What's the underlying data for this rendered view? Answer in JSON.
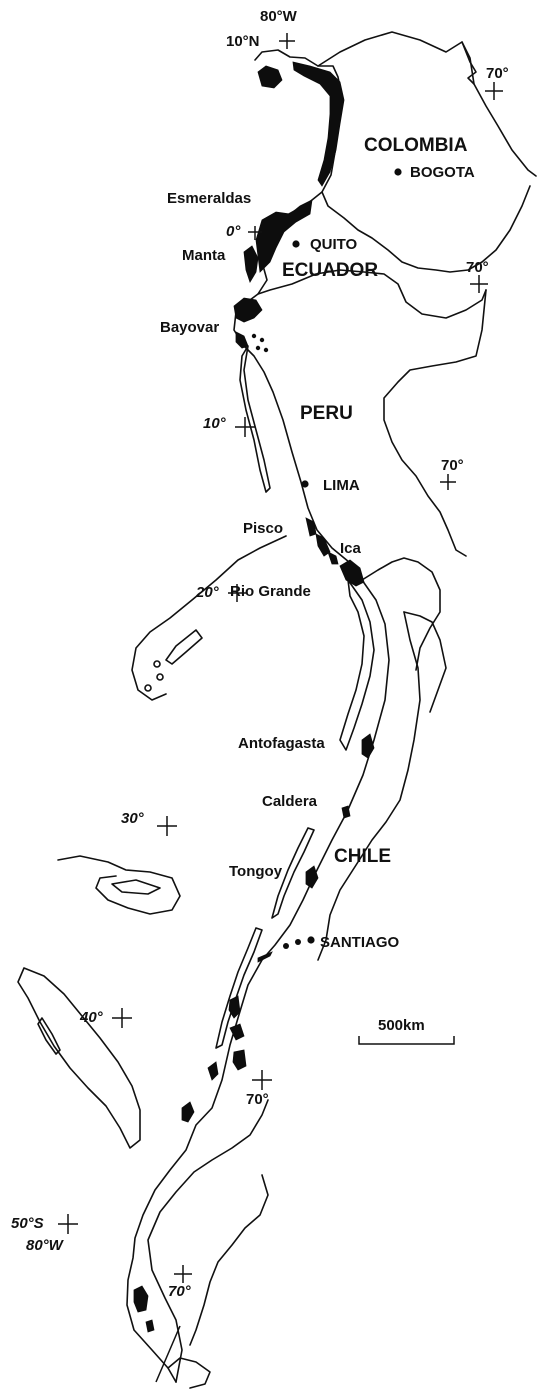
{
  "countries": {
    "colombia": "COLOMBIA",
    "ecuador": "ECUADOR",
    "peru": "PERU",
    "chile": "CHILE"
  },
  "capitals": {
    "bogota": "BOGOTA",
    "quito": "QUITO",
    "lima": "LIMA",
    "santiago": "SANTIAGO"
  },
  "places": {
    "esmeraldas": "Esmeraldas",
    "manta": "Manta",
    "bayovar": "Bayovar",
    "pisco": "Pisco",
    "ica": "Ica",
    "rio_grande": "Rio Grande",
    "antofagasta": "Antofagasta",
    "caldera": "Caldera",
    "tongoy": "Tongoy"
  },
  "graticule": {
    "top_lon": "80°W",
    "top_lat": "10°N",
    "equator": "0°",
    "colombia_lon": "70°",
    "ecuador_lon": "70°",
    "lat_10": "10°",
    "peru_lon": "70°",
    "lat_20": "20°",
    "lat_30": "30°",
    "lat_40": "40°",
    "chile_lon": "70°",
    "lat_50": "50°S",
    "bottom_lon": "80°W",
    "south_lon": "70°"
  },
  "scale_bar": {
    "label": "500km"
  },
  "colors": {
    "ink": "#111111",
    "deposit": "#0d0d0d",
    "background": "#ffffff"
  }
}
